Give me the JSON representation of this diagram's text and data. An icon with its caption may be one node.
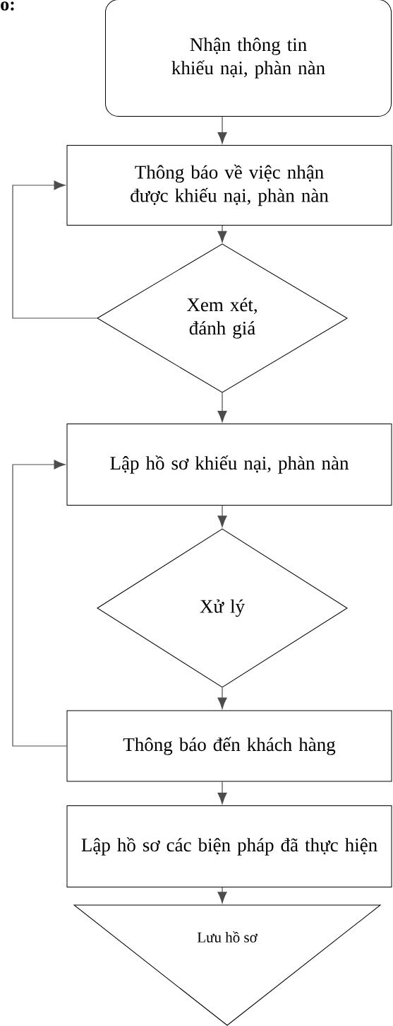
{
  "diagram": {
    "nodes": [
      {
        "text": [
          "Nhận thông tin khiếu nại, phàn nàn"
        ]
      },
      {
        "text": [
          "Thông báo về việc nhận được khiếu nại, phàn nàn"
        ]
      },
      {
        "text": [
          "Xem xét, đánh giá"
        ]
      },
      {
        "text": [
          "Lập hồ sơ khiếu nại, phàn nàn"
        ]
      },
      {
        "text": [
          "Xử lý"
        ]
      },
      {
        "text": [
          "Thông báo đến khách hàng"
        ]
      },
      {
        "text": [
          "Lập hồ sơ các biện pháp đã thực hiện"
        ]
      },
      {
        "text": [
          "Lưu hồ sơ"
        ]
      }
    ],
    "edges": [
      {
        "from": 0,
        "to": 1,
        "arrow": "to"
      },
      {
        "from": 1,
        "to": 2,
        "arrow": "to"
      },
      {
        "from": 2,
        "to": 1,
        "arrow": "to"
      },
      {
        "from": 2,
        "to": 3,
        "arrow": "to"
      },
      {
        "from": 3,
        "to": 4,
        "arrow": "to"
      },
      {
        "from": 4,
        "to": 5,
        "arrow": "to"
      },
      {
        "from": 5,
        "to": 3,
        "arrow": "to"
      },
      {
        "from": 5,
        "to": 6,
        "arrow": "to"
      },
      {
        "from": 6,
        "to": 7,
        "arrow": "to"
      }
    ],
    "labels": [
      "o:"
    ]
  }
}
